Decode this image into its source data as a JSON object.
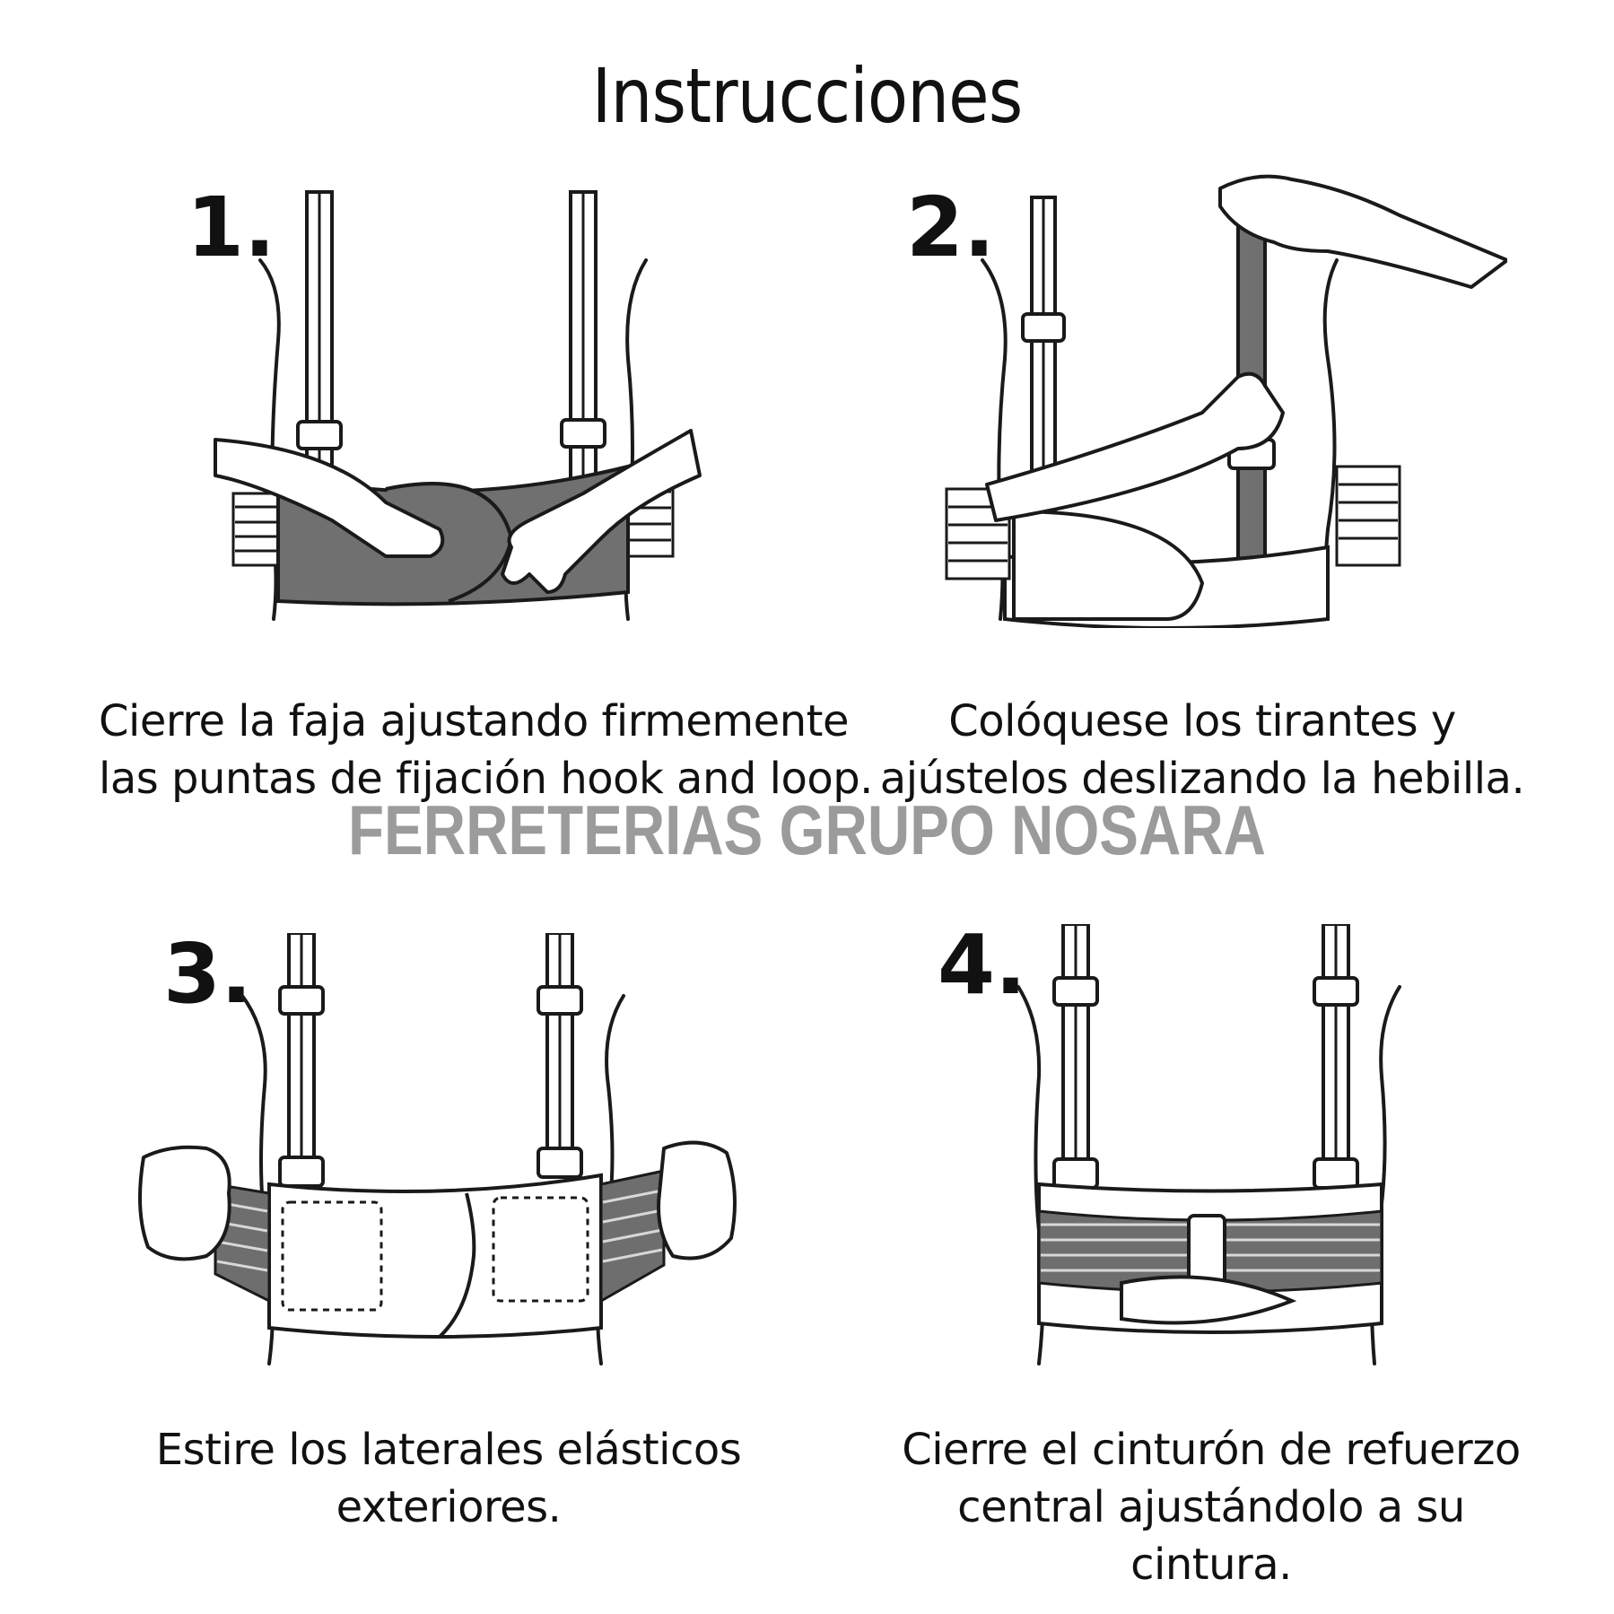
{
  "title": "Instrucciones",
  "watermark": "FERRETERIAS GRUPO NOSARA",
  "steps": [
    {
      "number": "1.",
      "caption_lines": [
        "Cierre la faja ajustando firmemente",
        "las puntas de fijación hook and loop."
      ]
    },
    {
      "number": "2.",
      "caption_lines": [
        "Colóquese los tirantes y",
        "ajústelos deslizando la hebilla."
      ]
    },
    {
      "number": "3.",
      "caption_lines": [
        "Estire los laterales elásticos",
        "exteriores."
      ]
    },
    {
      "number": "4.",
      "caption_lines": [
        "Cierre el cinturón de refuerzo",
        "central ajustándolo a su",
        "cintura."
      ]
    }
  ],
  "colors": {
    "belt_dark": "#707070",
    "watermark": "#9b9b9b",
    "text": "#111111"
  },
  "icons": [
    "torso-illustration",
    "suspender-strap",
    "belt",
    "hand",
    "buckle"
  ]
}
